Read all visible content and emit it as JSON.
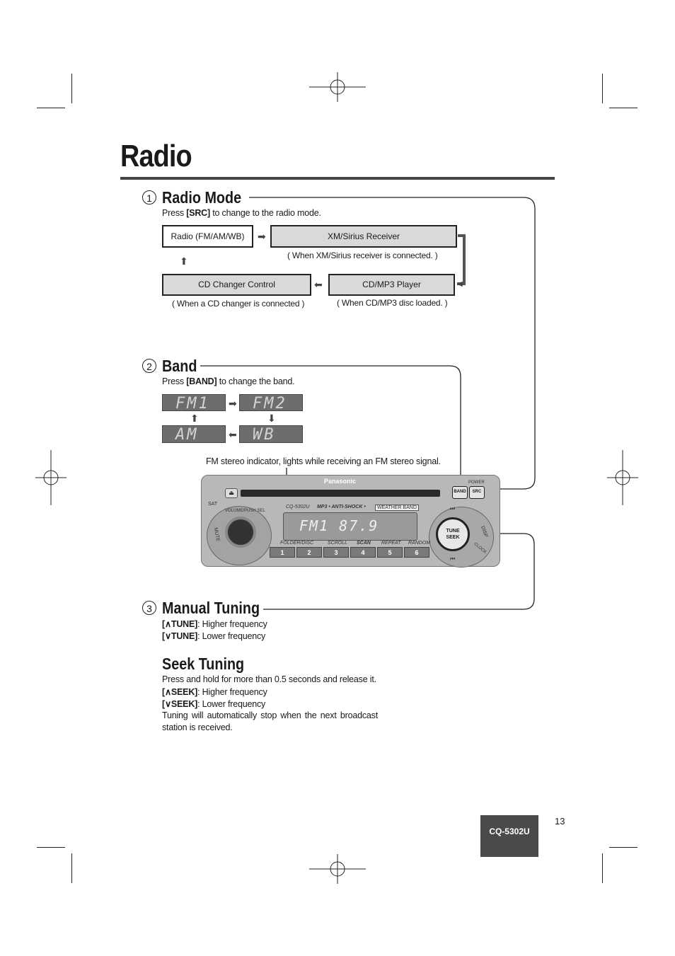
{
  "page": {
    "title": "Radio",
    "page_number": "13",
    "model": "CQ-5302U"
  },
  "section1": {
    "number": "1",
    "heading": "Radio Mode",
    "instruction_pre": "Press ",
    "instruction_key": "[SRC]",
    "instruction_post": " to change to the radio mode.",
    "flow": {
      "radio": "Radio (FM/AM/WB)",
      "xm": "XM/Sirius Receiver",
      "xm_note": "( When XM/Sirius receiver is connected. )",
      "cd_changer": "CD Changer Control",
      "cd_changer_note": "( When a CD changer is connected )",
      "cd_player": "CD/MP3 Player",
      "cd_player_note": "( When CD/MP3 disc loaded. )"
    }
  },
  "section2": {
    "number": "2",
    "heading": "Band",
    "instruction_pre": "Press ",
    "instruction_key": "[BAND]",
    "instruction_post": " to change the band.",
    "bands": [
      "FM1",
      "FM2",
      "AM",
      "WB"
    ],
    "stereo_note": "FM stereo indicator, lights while receiving an FM stereo signal."
  },
  "unit": {
    "brand": "Panasonic",
    "model_label": "CQ-5302U",
    "features": "MP3 • ANTI-SHOCK •",
    "weather_band": "WEATHER BAND",
    "display": "FM1  87.9",
    "band_btn": "BAND",
    "src_btn": "SRC",
    "power": "POWER",
    "tune_label": "TUNE",
    "seek_label": "SEEK",
    "mute": "MUTE",
    "volume": "VOLUME/PUSH SEL",
    "disp": "DISP",
    "clock": "CLOCK",
    "sat": "SAT",
    "row_labels": [
      "FOLDER/DISC",
      "SCROLL",
      "SCAN",
      "REPEAT",
      "RANDOM"
    ],
    "presets": [
      "1",
      "2",
      "3",
      "4",
      "5",
      "6"
    ]
  },
  "section3": {
    "number": "3",
    "heading": "Manual Tuning",
    "tune_up_key": "[∧TUNE]",
    "tune_up_text": ": Higher frequency",
    "tune_down_key": "[∨TUNE]",
    "tune_down_text": ": Lower frequency"
  },
  "seek": {
    "heading": "Seek Tuning",
    "intro": "Press and hold for more than 0.5 seconds and release it.",
    "seek_up_key": "[∧SEEK]",
    "seek_up_text": ": Higher frequency",
    "seek_down_key": "[∨SEEK]",
    "seek_down_text": ": Lower frequency",
    "note_line1": "Tuning will automatically stop when the next broadcast",
    "note_line2": "station is received."
  }
}
